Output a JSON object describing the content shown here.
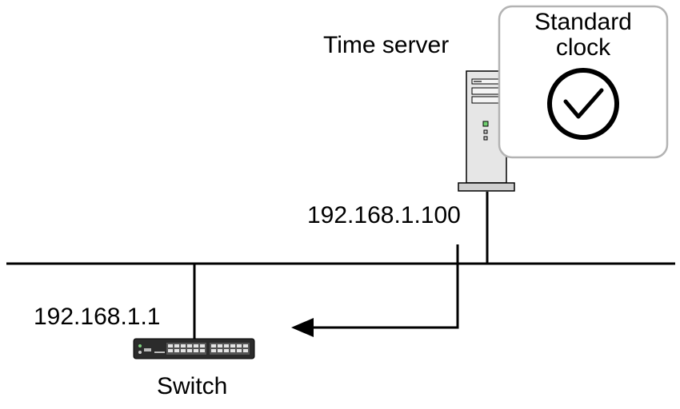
{
  "labels": {
    "time_server": "Time server",
    "server_ip": "192.168.1.100",
    "switch_ip": "192.168.1.1",
    "switch": "Switch"
  },
  "standard_clock": {
    "title_line1": "Standard",
    "title_line2": "clock",
    "icon": "checkmark-clock-icon"
  },
  "icons": {
    "server": "tower-server-icon",
    "switch": "network-switch-icon"
  },
  "colors": {
    "line": "#000000",
    "server_body": "#e6e6e6",
    "clock_border": "#b3b3b3",
    "switch_body": "#2b2b2b"
  }
}
